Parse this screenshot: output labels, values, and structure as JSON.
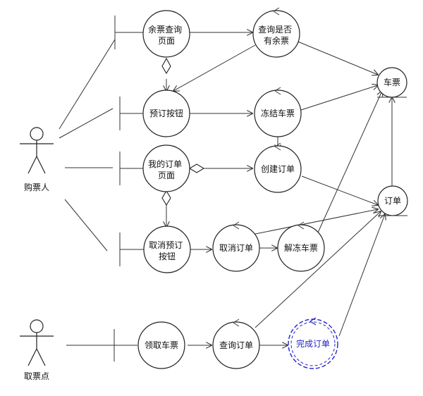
{
  "actors": {
    "buyer": "购票人",
    "pickup": "取票点"
  },
  "boundaries": {
    "remaining_page": [
      "余票查询",
      "页面"
    ],
    "book_button": [
      "预订按钮"
    ],
    "my_orders_page": [
      "我的订单",
      "页面"
    ],
    "cancel_button": [
      "取消预订",
      "按钮"
    ],
    "pickup_ticket": [
      "领取车票"
    ]
  },
  "controls": {
    "check_remaining": [
      "查询是否",
      "有余票"
    ],
    "freeze_ticket": [
      "冻结车票"
    ],
    "create_order": [
      "创建订单"
    ],
    "cancel_order": [
      "取消订单"
    ],
    "unfreeze_ticket": [
      "解冻车票"
    ],
    "query_order": [
      "查询订单"
    ],
    "complete_order": [
      "完成订单"
    ]
  },
  "entities": {
    "ticket": "车票",
    "order": "订单"
  },
  "colors": {
    "stroke": "#222222",
    "highlight": "#2222cc"
  }
}
